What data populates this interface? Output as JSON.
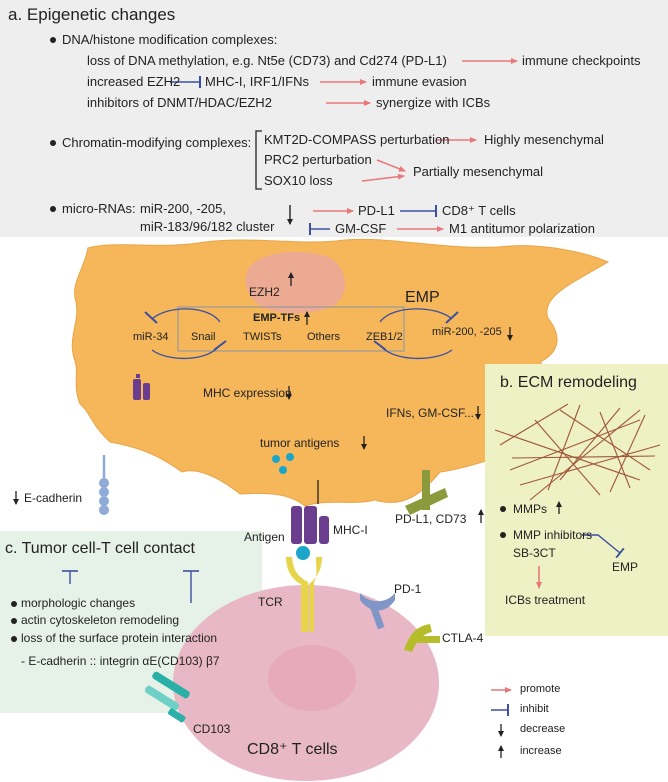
{
  "panel_a": {
    "title": "a. Epigenetic changes",
    "dna_header": "DNA/histone modification complexes:",
    "row1_left": "loss of DNA methylation, e.g. Nt5e (CD73) and Cd274 (PD-L1)",
    "row1_right": "immune checkpoints",
    "row2_left": "increased EZH2",
    "row2_mid": "MHC-I, IRF1/IFNs",
    "row2_right": "immune evasion",
    "row3_left": "inhibitors of DNMT/HDAC/EZH2",
    "row3_right": "synergize with ICBs",
    "chromatin_header": "Chromatin-modifying complexes:",
    "kmt2d": "KMT2D-COMPASS perturbation",
    "highly_mes": "Highly mesenchymal",
    "prc2": "PRC2 perturbation",
    "sox10": "SOX10 loss",
    "partially_mes": "Partially mesenchymal",
    "mirna_header": "micro-RNAs:",
    "mirna_line1": "miR-200, -205,",
    "mirna_line2": "miR-183/96/182 cluster",
    "pdl1": "PD-L1",
    "cd8_t": "CD8⁺ T cells",
    "gmcsf": "GM-CSF",
    "m1": "M1 antitumor polarization"
  },
  "cell": {
    "ezh2": "EZH2",
    "emp": "EMP",
    "emp_tfs": "EMP-TFs",
    "mir34": "miR-34",
    "snail": "Snail",
    "twists": "TWISTs",
    "others": "Others",
    "zeb": "ZEB1/2",
    "mir200": "miR-200, -205",
    "mhc_expr": "MHC expression",
    "ifns": "IFNs, GM-CSF...",
    "tumor_antigens": "tumor antigens",
    "ecadherin": "E-cadherin",
    "pdl1_cd73": "PD-L1, CD73",
    "antigen": "Antigen",
    "mhc1": "MHC-I"
  },
  "panel_b": {
    "title": "b. ECM remodeling",
    "mmps": "MMPs",
    "mmp_inhib": "MMP inhibitors",
    "sb3ct": "SB-3CT",
    "emp": "EMP",
    "icbs": "ICBs treatment"
  },
  "panel_c": {
    "title": "c. Tumor cell-T cell contact",
    "item1": "morphologic changes",
    "item2": "actin cytoskeleton remodeling",
    "item3": "loss of the surface protein interaction",
    "item4": "- E-cadherin :: integrin αE(CD103) β7"
  },
  "tcell": {
    "tcr": "TCR",
    "pd1": "PD-1",
    "ctla4": "CTLA-4",
    "cd103": "CD103",
    "cd8": "CD8⁺ T cells"
  },
  "legend": {
    "promote": "promote",
    "inhibit": "inhibit",
    "decrease": "decrease",
    "increase": "increase"
  },
  "colors": {
    "panel_a_bg": "#eeeeee",
    "tumor_cell": "#f5b75a",
    "ecm_bg": "#eef1c4",
    "contact_bg": "#e6f1e8",
    "tcell": "#e9b8c6",
    "promote": "#e9787a",
    "inhibit": "#3b50a0",
    "receptor_purple": "#6a3d8f"
  }
}
